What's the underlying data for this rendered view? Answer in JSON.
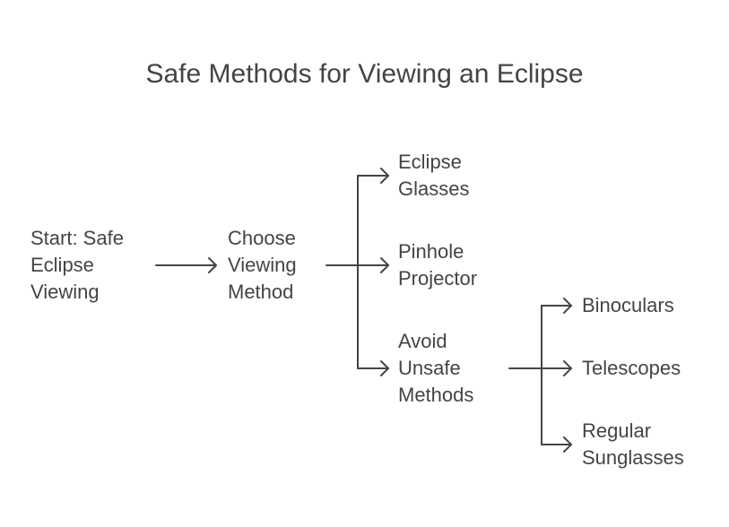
{
  "title": "Safe Methods for Viewing an Eclipse",
  "colors": {
    "text": "#444444",
    "connector": "#444444",
    "background": "#ffffff"
  },
  "nodes": {
    "start": {
      "lines": [
        "Start: Safe",
        "Eclipse",
        "Viewing"
      ]
    },
    "choose": {
      "lines": [
        "Choose",
        "Viewing",
        "Method"
      ]
    },
    "eclipse_glasses": {
      "lines": [
        "Eclipse",
        "Glasses"
      ]
    },
    "pinhole_projector": {
      "lines": [
        "Pinhole",
        "Projector"
      ]
    },
    "avoid_unsafe": {
      "lines": [
        "Avoid",
        "Unsafe",
        "Methods"
      ]
    },
    "binoculars": {
      "lines": [
        "Binoculars"
      ]
    },
    "telescopes": {
      "lines": [
        "Telescopes"
      ]
    },
    "regular_sunglasses": {
      "lines": [
        "Regular",
        "Sunglasses"
      ]
    }
  },
  "edges": [
    {
      "from": "start",
      "to": "choose"
    },
    {
      "from": "choose",
      "to": "eclipse_glasses"
    },
    {
      "from": "choose",
      "to": "pinhole_projector"
    },
    {
      "from": "choose",
      "to": "avoid_unsafe"
    },
    {
      "from": "avoid_unsafe",
      "to": "binoculars"
    },
    {
      "from": "avoid_unsafe",
      "to": "telescopes"
    },
    {
      "from": "avoid_unsafe",
      "to": "regular_sunglasses"
    }
  ]
}
